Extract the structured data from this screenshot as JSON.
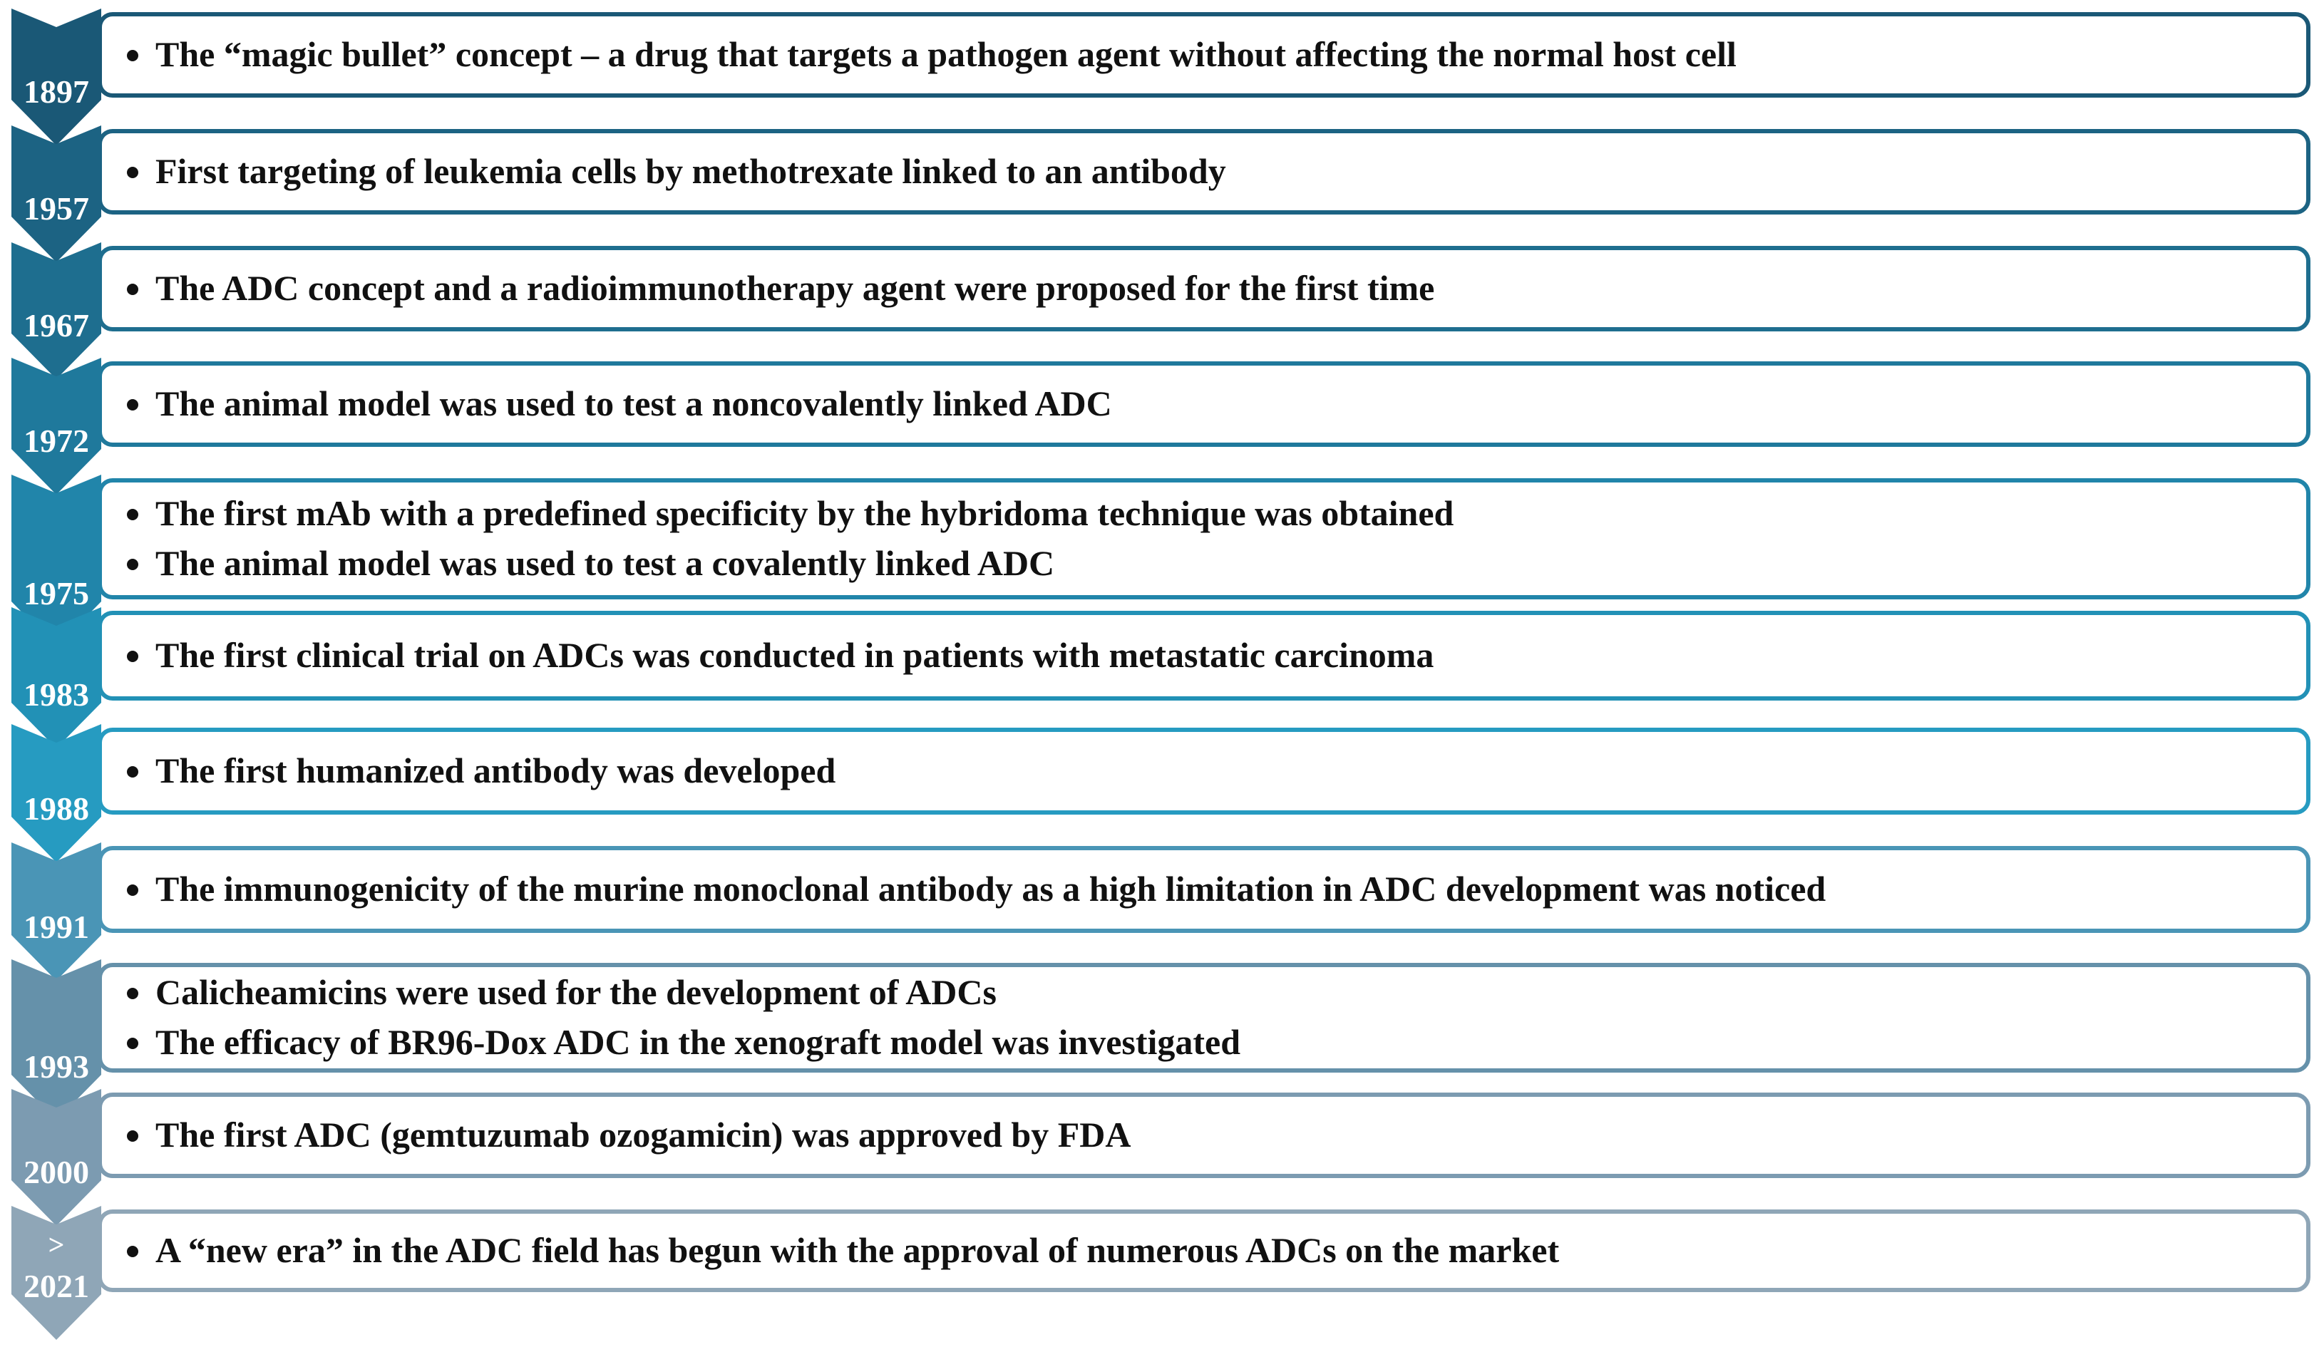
{
  "timeline": {
    "entries": [
      {
        "year": "1897",
        "color": "#1a5876",
        "items": [
          "The “magic bullet” concept – a drug that targets a pathogen agent without affecting the normal host cell"
        ]
      },
      {
        "year": "1957",
        "color": "#1c6383",
        "items": [
          "First targeting of leukemia cells by methotrexate linked to an antibody"
        ]
      },
      {
        "year": "1967",
        "color": "#1e6e8f",
        "items": [
          "The ADC concept and a radioimmunotherapy agent were proposed for the first time"
        ]
      },
      {
        "year": "1972",
        "color": "#1f799c",
        "items": [
          "The animal model was used to test a noncovalently linked ADC"
        ]
      },
      {
        "year": "1975",
        "color": "#2185aa",
        "items": [
          "The first mAb with a predefined specificity by the hybridoma technique was obtained",
          "The animal model was used to test a covalently linked ADC"
        ]
      },
      {
        "year": "1983",
        "color": "#2291b6",
        "items": [
          "The first clinical trial on ADCs was conducted in patients with metastatic carcinoma"
        ]
      },
      {
        "year": "1988",
        "color": "#269bc1",
        "items": [
          "The first humanized antibody was developed"
        ]
      },
      {
        "year": "1991",
        "color": "#4a95b6",
        "items": [
          "The immunogenicity of the murine monoclonal antibody as a high limitation in ADC development was noticed"
        ]
      },
      {
        "year": "1993",
        "color": "#6591aa",
        "items": [
          "Calicheamicins were used for the development of ADCs",
          "The efficacy of BR96-Dox ADC in the xenograft model was investigated"
        ]
      },
      {
        "year": "2000",
        "color": "#7c9bb1",
        "items": [
          "The first ADC (gemtuzumab ozogamicin) was approved by FDA"
        ]
      },
      {
        "year": "2021",
        "prefix": ">",
        "color": "#8fa6b7",
        "items": [
          "A “new era” in the ADC field has begun with the approval of numerous ADCs on the market"
        ]
      }
    ]
  }
}
